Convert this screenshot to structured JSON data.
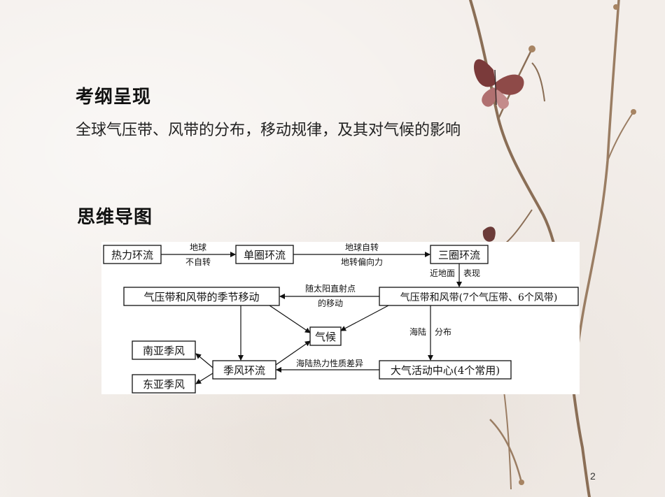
{
  "syllabus": {
    "title": "考纲呈现",
    "text": "全球气压带、风带的分布，移动规律，及其对气候的影响"
  },
  "mind_map": {
    "title": "思维导图",
    "nodes": {
      "thermal_circulation": "热力环流",
      "single_cell": "单圈环流",
      "three_cell": "三圈环流",
      "seasonal_shift": "气压带和风带的季节移动",
      "pressure_wind_belts": "气压带和风带(7个气压带、6个风带)",
      "climate": "气候",
      "south_asian_monsoon": "南亚季风",
      "monsoon_circulation": "季风环流",
      "action_centers": "大气活动中心(4个常用)",
      "east_asian_monsoon": "东亚季风"
    },
    "labels": {
      "earth_no_rotation_top": "地球",
      "earth_no_rotation_bottom": "不自转",
      "earth_rotation_top": "地球自转",
      "earth_rotation_bottom": "地转偏向力",
      "near_surface": "近地面",
      "manifest": "表现",
      "sun_point_top": "随太阳直射点",
      "sun_point_bottom": "的移动",
      "land_sea": "海陆",
      "distribution": "分布",
      "thermal_difference": "海陆热力性质差异"
    }
  },
  "page_number": "2"
}
